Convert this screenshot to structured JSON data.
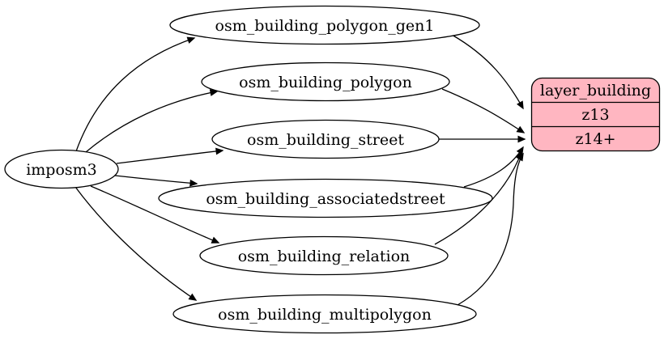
{
  "diagram": {
    "background_color": "#ffffff",
    "edge_color": "#000000",
    "node_fill_color": "#ffffff",
    "node_border_color": "#000000",
    "source": {
      "label": "imposm3"
    },
    "tables": [
      {
        "label": "osm_building_polygon_gen1"
      },
      {
        "label": "osm_building_polygon"
      },
      {
        "label": "osm_building_street"
      },
      {
        "label": "osm_building_associatedstreet"
      },
      {
        "label": "osm_building_relation"
      },
      {
        "label": "osm_building_multipolygon"
      }
    ],
    "layer": {
      "title": "layer_building",
      "rows": [
        {
          "label": "z13"
        },
        {
          "label": "z14+"
        }
      ],
      "fill_color": "#ffb6c1",
      "border_color": "#000000"
    },
    "edges": [
      {
        "from": "imposm3",
        "to": "osm_building_polygon_gen1"
      },
      {
        "from": "imposm3",
        "to": "osm_building_polygon"
      },
      {
        "from": "imposm3",
        "to": "osm_building_street"
      },
      {
        "from": "imposm3",
        "to": "osm_building_associatedstreet"
      },
      {
        "from": "imposm3",
        "to": "osm_building_relation"
      },
      {
        "from": "imposm3",
        "to": "osm_building_multipolygon"
      },
      {
        "from": "osm_building_polygon_gen1",
        "to": "layer_building:z13"
      },
      {
        "from": "osm_building_polygon",
        "to": "layer_building:z14+"
      },
      {
        "from": "osm_building_street",
        "to": "layer_building:z14+"
      },
      {
        "from": "osm_building_associatedstreet",
        "to": "layer_building:z14+"
      },
      {
        "from": "osm_building_relation",
        "to": "layer_building:z14+"
      },
      {
        "from": "osm_building_multipolygon",
        "to": "layer_building:z14+"
      }
    ]
  }
}
